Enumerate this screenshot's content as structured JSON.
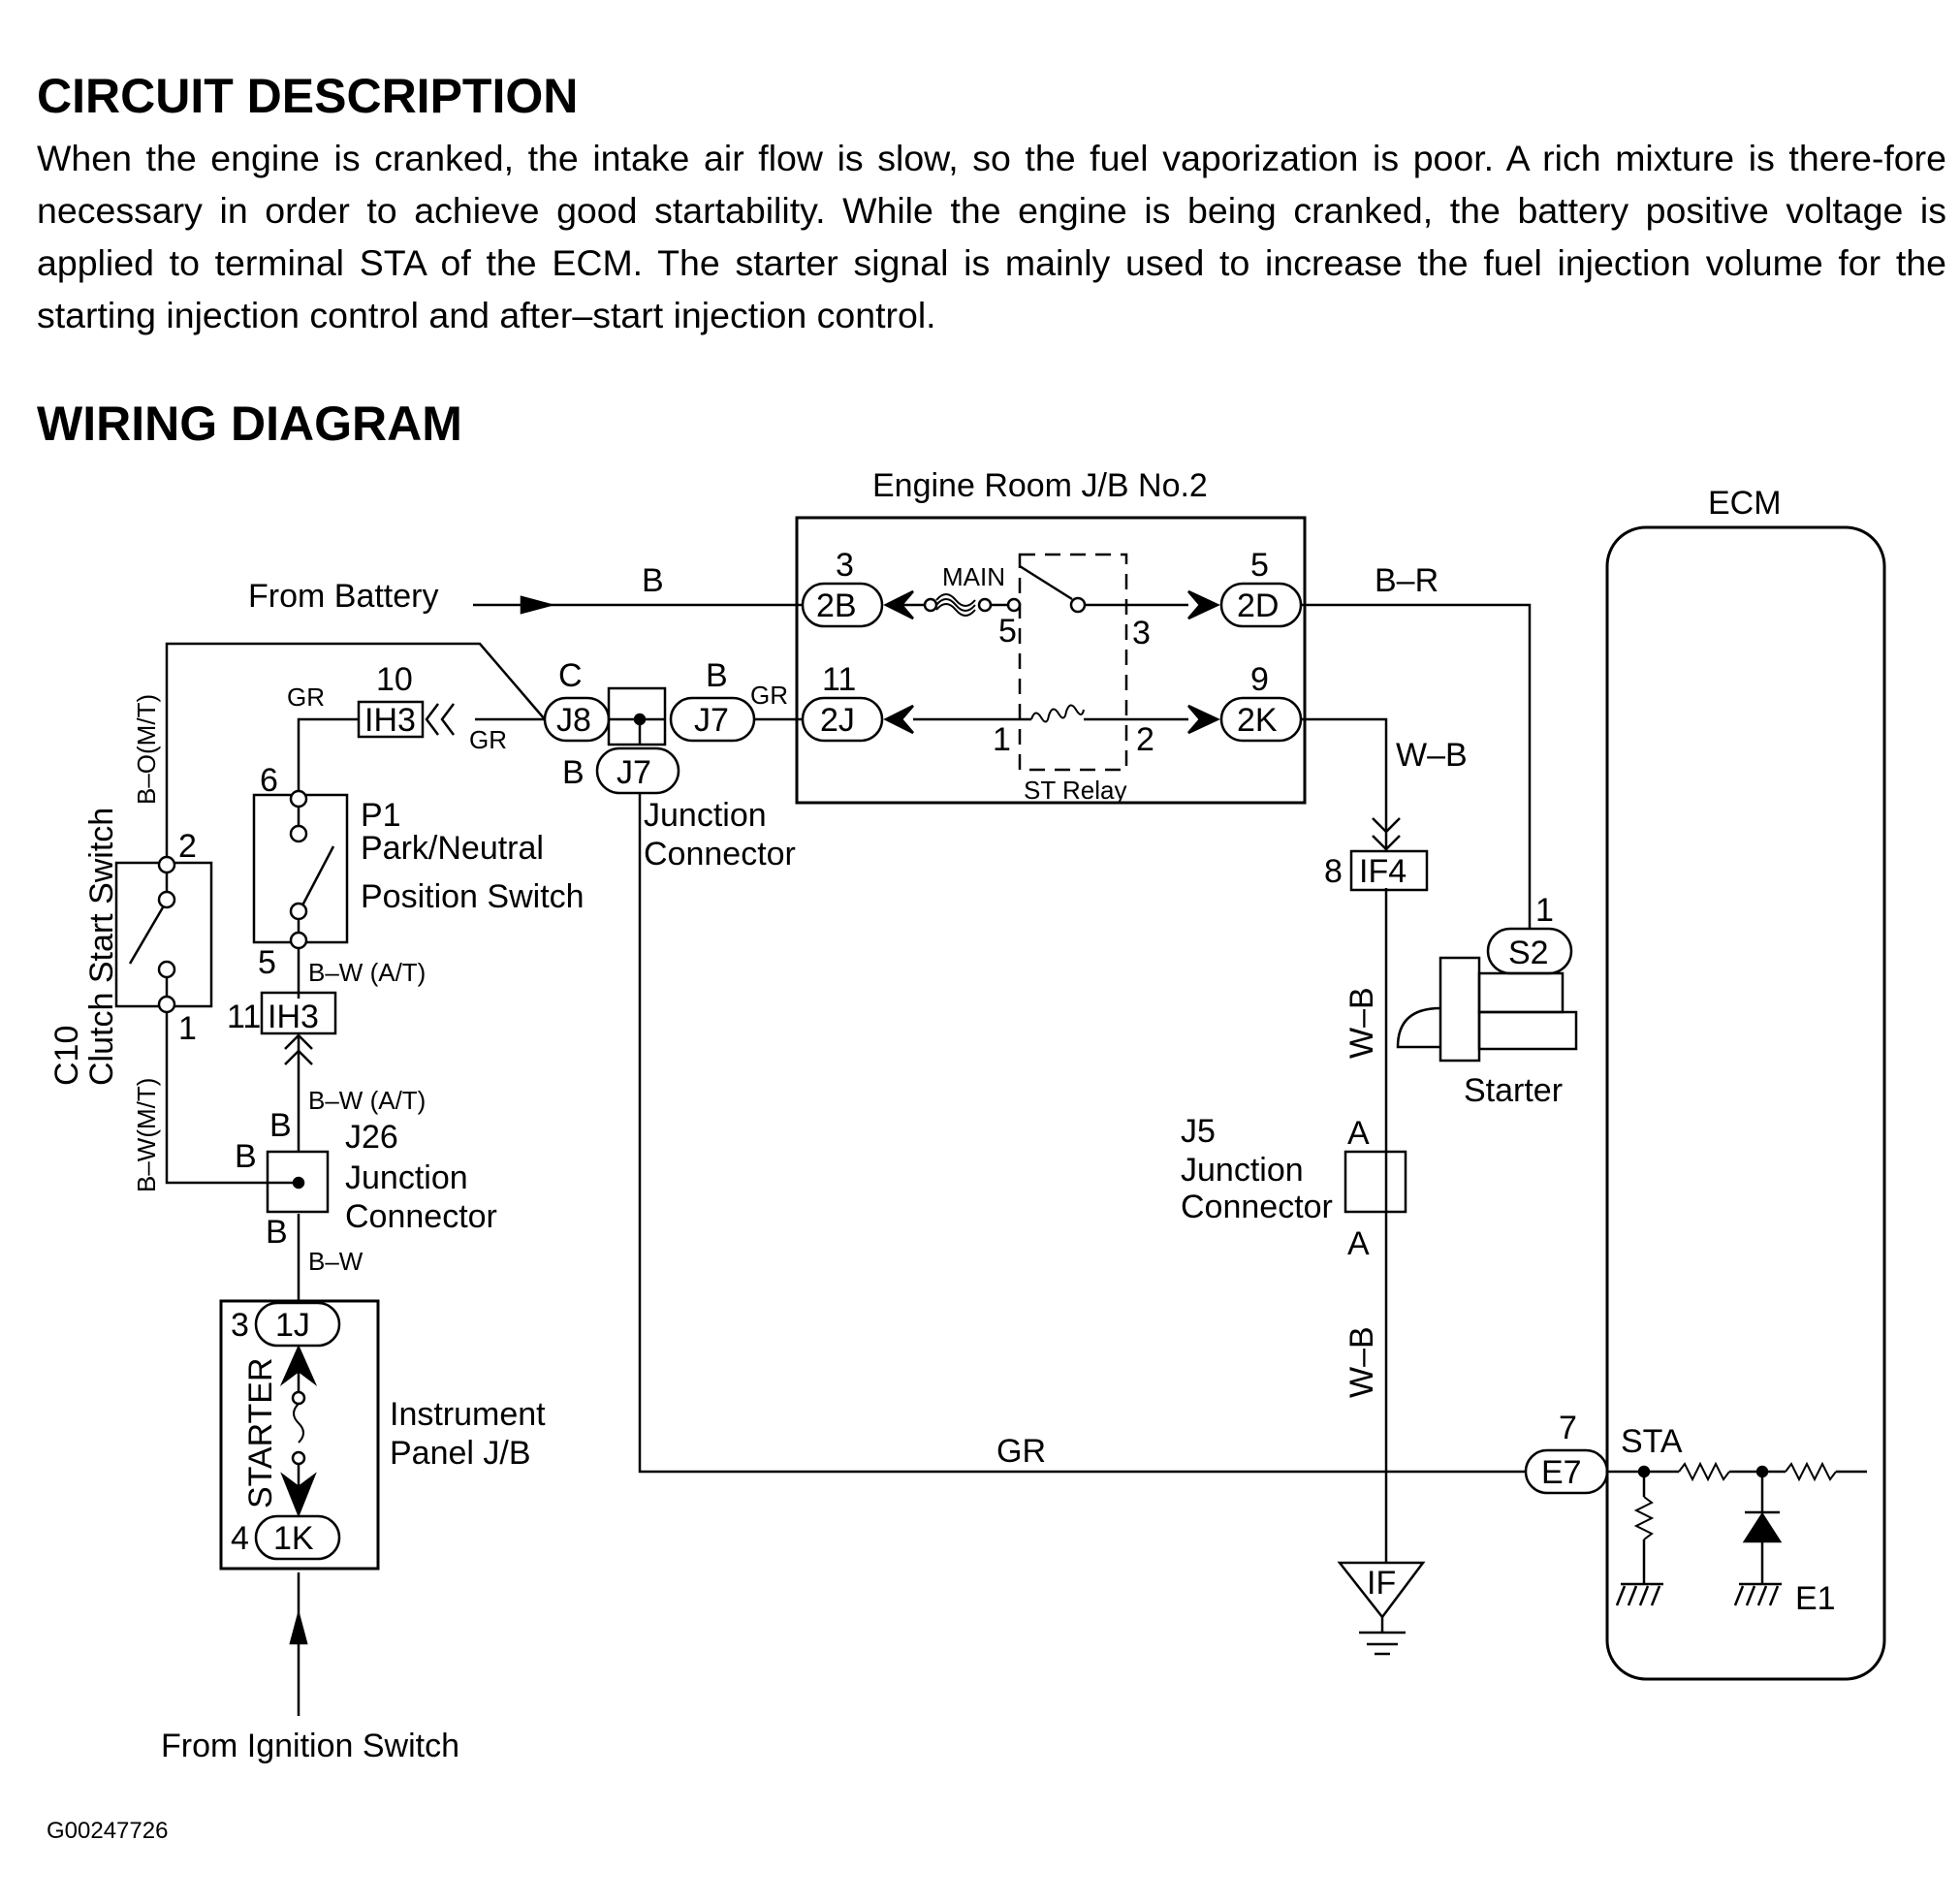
{
  "circuit_description": {
    "title": "CIRCUIT DESCRIPTION",
    "body": "When the engine is cranked, the intake air flow is slow, so the fuel vaporization is poor. A rich mixture is there-fore necessary in order to achieve good startability. While the engine is being cranked, the battery positive voltage is applied to terminal STA of the ECM. The starter signal is mainly used to increase the fuel injection volume for the starting injection control and after–start injection control."
  },
  "wiring_diagram": {
    "title": "WIRING DIAGRAM",
    "engine_room_jb": {
      "label": "Engine Room J/B No.2",
      "connectors": [
        {
          "pin": "3",
          "id": "2B"
        },
        {
          "pin": "11",
          "id": "2J"
        },
        {
          "pin": "5",
          "id": "2D"
        },
        {
          "pin": "9",
          "id": "2K"
        }
      ],
      "fuse_label": "MAIN",
      "relay": {
        "label": "ST Relay",
        "pins": {
          "switch_in": "5",
          "switch_out": "3",
          "coil_in": "1",
          "coil_out": "2"
        }
      }
    },
    "ecm": {
      "label": "ECM",
      "terminal": {
        "pin": "7",
        "id": "E7",
        "name": "STA"
      },
      "ground_label": "E1"
    },
    "from_battery": "From Battery",
    "from_ignition": "From Ignition Switch",
    "wire_colors": {
      "battery_to_2B": "B",
      "2D_to_starter": "B–R",
      "2K_out": "W–B",
      "if4_to_j5": "W–B",
      "j5_to_ground": "W–B",
      "gr_main": "GR",
      "j7_to_2J": "GR",
      "j8_to_ih3": "GR",
      "ih3_to_p1": "GR",
      "clutch_top": "B–O(M/T)",
      "clutch_bottom": "B–W(M/T)",
      "p1_out": "B–W (A/T)",
      "ih3_out": "B–W (A/T)",
      "j26_out": "B–W"
    },
    "junction_connector_top": {
      "label_line1": "Junction",
      "label_line2": "Connector",
      "j8_pin": "C",
      "j8_id": "J8",
      "j7_pin": "B",
      "j7_id": "J7",
      "j7_bottom_pin": "B",
      "j7_bottom_id": "J7"
    },
    "ih3_upper": {
      "pin": "10",
      "id": "IH3"
    },
    "ih3_lower": {
      "pin": "11",
      "id": "IH3"
    },
    "park_neutral": {
      "code": "P1",
      "label_line1": "Park/Neutral",
      "label_line2": "Position Switch",
      "pin_top": "6",
      "pin_bottom": "5"
    },
    "clutch_switch": {
      "code": "C10",
      "label": "Clutch Start Switch",
      "pin_top": "2",
      "pin_bottom": "1"
    },
    "j26": {
      "code": "J26",
      "label_line1": "Junction",
      "label_line2": "Connector",
      "pin_top": "B",
      "pin_left": "B",
      "pin_bottom": "B"
    },
    "instrument_panel_jb": {
      "label_line1": "Instrument",
      "label_line2": "Panel J/B",
      "fuse_label": "STARTER",
      "top": {
        "pin": "3",
        "id": "1J"
      },
      "bottom": {
        "pin": "4",
        "id": "1K"
      }
    },
    "if4": {
      "pin": "8",
      "id": "IF4"
    },
    "starter": {
      "label": "Starter",
      "pin": "1",
      "id": "S2"
    },
    "j5": {
      "code": "J5",
      "label_line1": "Junction",
      "label_line2": "Connector",
      "pin_top": "A",
      "pin_bottom": "A"
    },
    "ground": {
      "id": "IF"
    }
  },
  "footer": {
    "code": "G00247726"
  }
}
